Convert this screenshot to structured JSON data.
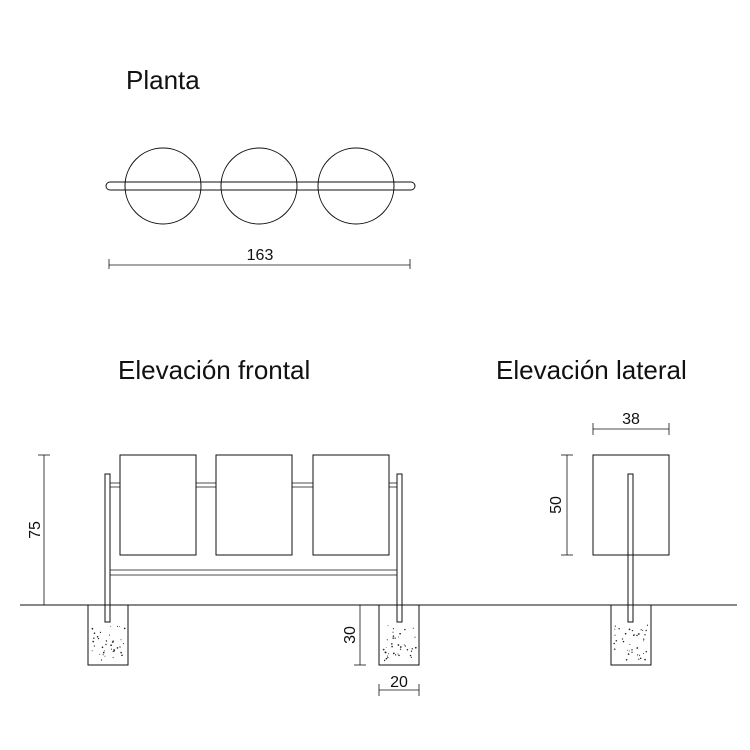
{
  "views": {
    "plan": "Planta",
    "front": "Elevación frontal",
    "side": "Elevación lateral"
  },
  "dimensions": {
    "total_length": "163",
    "seat_height": "75",
    "footing_depth": "30",
    "footing_width": "20",
    "panel_width": "38",
    "panel_height": "50"
  }
}
